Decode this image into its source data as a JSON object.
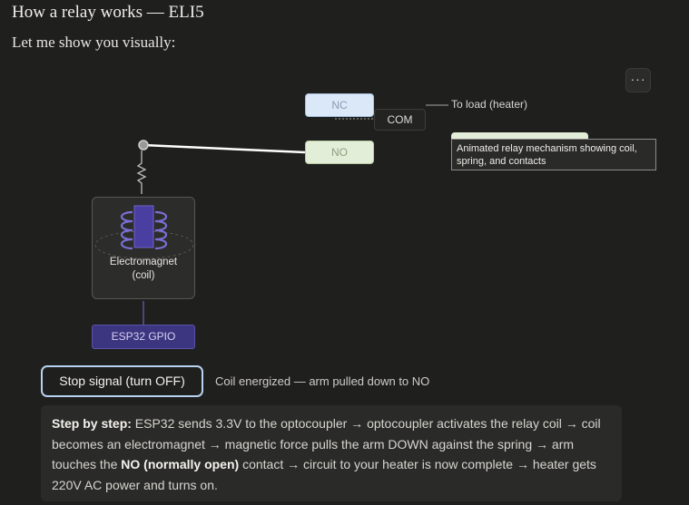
{
  "header": {
    "title": "How a relay works — ELI5",
    "subtitle": "Let me show you visually:"
  },
  "toolbar": {
    "more_label": "···"
  },
  "diagram": {
    "nc_label": "NC",
    "no_label": "NO",
    "com_label": "COM",
    "load_label": "To load (heater)",
    "coil_label_line1": "Electromagnet",
    "coil_label_line2": "(coil)",
    "gpio_label": "ESP32 GPIO",
    "tooltip": "Animated relay mechanism showing coil, spring, and contacts",
    "colors": {
      "coil": "#6f63c9",
      "core": "#4a3fa0",
      "arm": "#ffffff"
    }
  },
  "controls": {
    "stop_label": "Stop signal (turn OFF)",
    "status": "Coil energized — arm pulled down to NO"
  },
  "steps": {
    "lead": "Step by step:",
    "part1": " ESP32 sends 3.3V to the optocoupler → optocoupler activates the relay coil → coil becomes an electromagnet → magnetic force pulls the arm DOWN against the spring → arm touches the ",
    "highlight": "NO (normally open)",
    "part2": " contact → circuit to your heater is now complete → heater gets 220V AC power and turns on."
  }
}
